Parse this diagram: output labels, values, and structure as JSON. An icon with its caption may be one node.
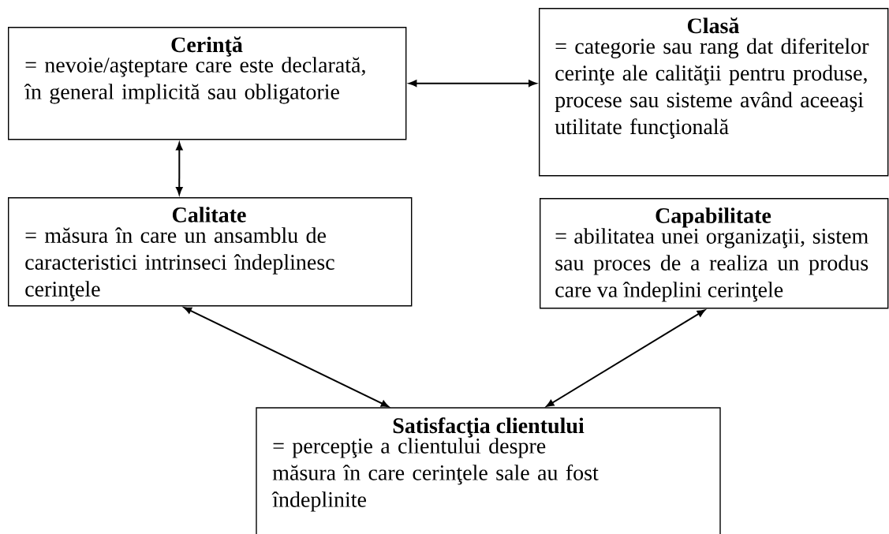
{
  "diagram": {
    "nodes": [
      {
        "text": [
          "Cerinţă",
          "= nevoie/aşteptare care este declarată, în general implicită sau obligatorie"
        ]
      },
      {
        "text": [
          "Clasă",
          "= categorie sau rang dat diferitelor cerinţe ale calităţii pentru produse, procese sau sisteme având aceeaşi utilitate funcţională"
        ]
      },
      {
        "text": [
          "Calitate",
          "= măsura în care un ansamblu de caracteristici intrinseci îndeplinesc cerinţele"
        ]
      },
      {
        "text": [
          "Capabilitate",
          "= abilitatea unei organizaţii, sistem sau proces de a realiza un produs care va îndeplini cerinţele"
        ]
      },
      {
        "text": [
          "Satisfacţia clientului",
          "= percepţie a clientului despre măsura în care cerinţele sale au fost îndeplinite"
        ]
      }
    ],
    "edges": [
      {
        "from": 0,
        "to": 1,
        "arrow": "both"
      },
      {
        "from": 0,
        "to": 2,
        "arrow": "both"
      },
      {
        "from": 2,
        "to": 4,
        "arrow": "both"
      },
      {
        "from": 3,
        "to": 4,
        "arrow": "both"
      }
    ]
  }
}
